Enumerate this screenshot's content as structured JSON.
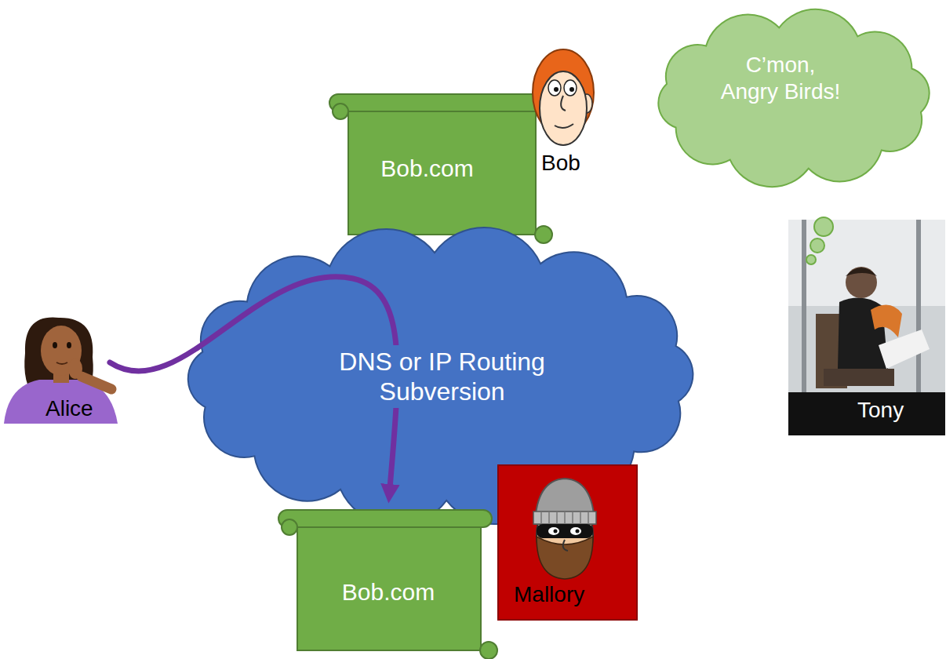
{
  "diagram": {
    "nodes": [
      {
        "text": [
          "Bob.com"
        ]
      },
      {
        "text": [
          "C’mon, Angry Birds!"
        ]
      },
      {
        "text": [
          "DNS or IP Routing Subversion"
        ]
      },
      {
        "text": [
          "Bob.com"
        ]
      }
    ],
    "labels": [
      "Bob",
      "Tony",
      "Alice",
      "Mallory"
    ]
  }
}
